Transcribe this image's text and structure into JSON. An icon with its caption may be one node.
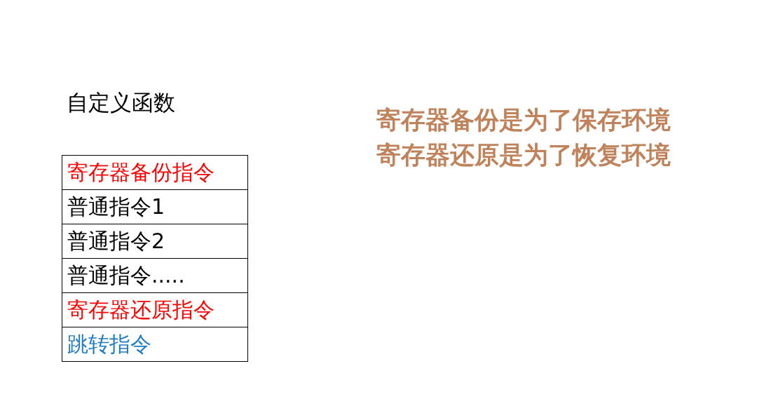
{
  "diagram": {
    "title": "自定义函数",
    "nodes": [
      {
        "text": [
          "寄存器备份指令"
        ]
      },
      {
        "text": [
          "普通指令1"
        ]
      },
      {
        "text": [
          "普通指令2"
        ]
      },
      {
        "text": [
          "普通指令....."
        ]
      },
      {
        "text": [
          "寄存器还原指令"
        ]
      },
      {
        "text": [
          "跳转指令"
        ]
      }
    ],
    "labels": [
      "寄存器备份是为了保存环境",
      "寄存器还原是为了恢复环境"
    ]
  }
}
